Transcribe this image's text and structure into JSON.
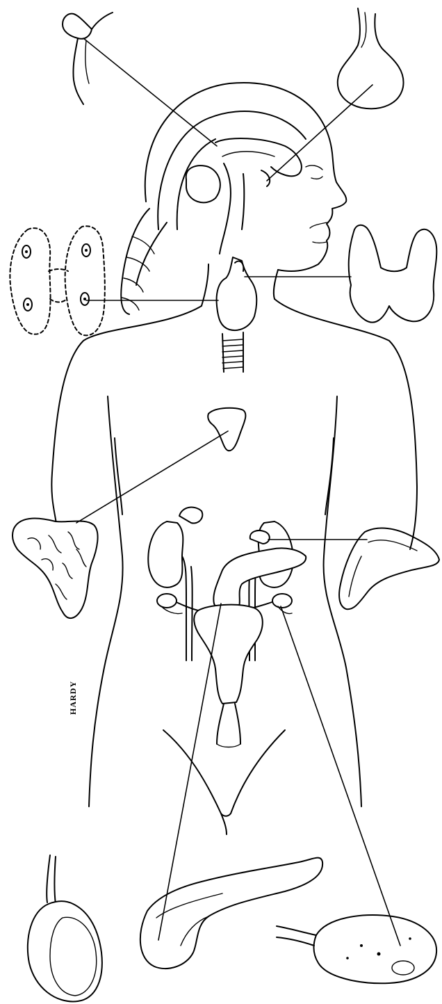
{
  "figure": {
    "signature": "HARDY",
    "stroke_color": "#000000",
    "background": "#ffffff",
    "glands": [
      {
        "id": "pineal",
        "icon": "pineal-gland-icon"
      },
      {
        "id": "pituitary",
        "icon": "pituitary-gland-icon"
      },
      {
        "id": "parathyroid",
        "icon": "parathyroid-glands-icon"
      },
      {
        "id": "thyroid",
        "icon": "thyroid-gland-icon"
      },
      {
        "id": "thymus",
        "icon": "thymus-gland-icon"
      },
      {
        "id": "adrenal",
        "icon": "adrenal-gland-icon"
      },
      {
        "id": "pancreas",
        "icon": "pancreas-icon"
      },
      {
        "id": "ovary",
        "icon": "ovary-icon"
      },
      {
        "id": "testis",
        "icon": "testis-icon"
      }
    ]
  }
}
